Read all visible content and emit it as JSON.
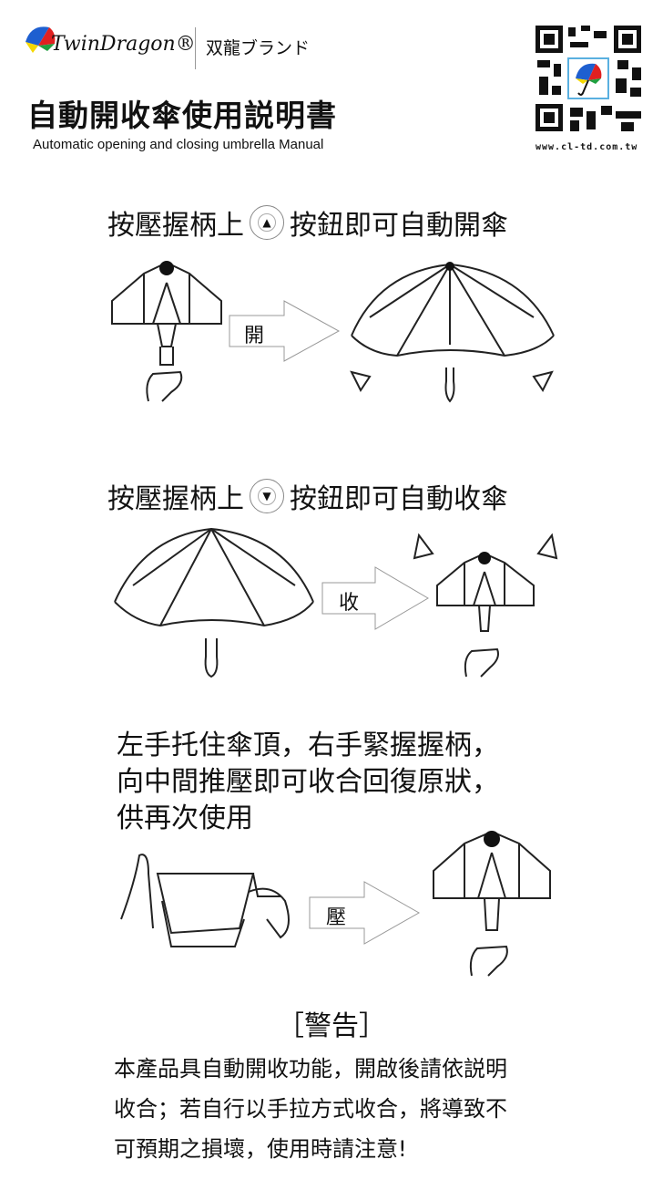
{
  "header": {
    "logo_text": "TwinDragon®",
    "brand_jp": "双龍ブランド",
    "title": "自動開收傘使用説明書",
    "subtitle": "Automatic opening and closing umbrella Manual",
    "website": "www.cl-td.com.tw"
  },
  "step1": {
    "text_before": "按壓握柄上",
    "button_icon": "▲",
    "text_after": "按鈕即可自動開傘",
    "arrow_label": "開"
  },
  "step2": {
    "text_before": "按壓握柄上",
    "button_icon": "▼",
    "text_after": "按鈕即可自動收傘",
    "arrow_label": "收"
  },
  "step3": {
    "lines": [
      "左手托住傘頂，右手緊握握柄，",
      "向中間推壓即可收合回復原狀，",
      "供再次使用"
    ],
    "arrow_label": "壓"
  },
  "warning": {
    "title": "［警告］",
    "lines": [
      "本產品具自動開收功能，開啟後請依説明",
      "收合；若自行以手拉方式收合，將導致不",
      "可預期之損壞，使用時請注意!"
    ]
  },
  "colors": {
    "text": "#111111",
    "line": "#222222",
    "arrow_outline": "#999999"
  }
}
